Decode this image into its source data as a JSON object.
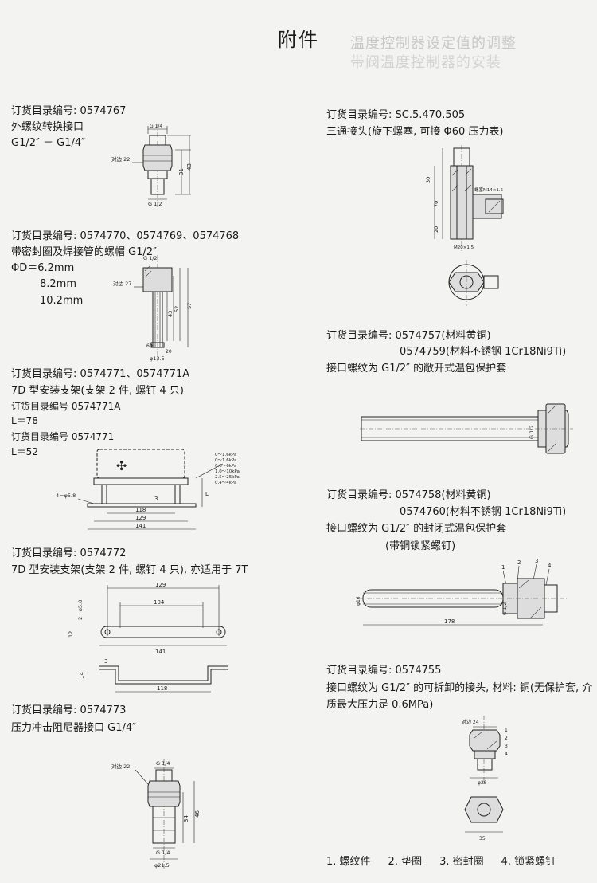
{
  "page": {
    "title": "附件",
    "ghost_line1": "温度控制器设定值的调整",
    "ghost_line2": "带阀温度控制器的安装"
  },
  "items": [
    {
      "code_line": "订货目录编号: 0574767",
      "lines": [
        "外螺纹转换接口",
        "G1/2″ － G1/4″"
      ],
      "dims": {
        "top": "G 1/4",
        "flat": "对边 22",
        "h1": "31",
        "h2": "43",
        "bottom": "G 1/2"
      }
    },
    {
      "code_line": "订货目录编号: 0574770、0574769、0574768",
      "lines": [
        "带密封圈及焊接管的螺帽 G1/2″",
        "ΦD＝6.2mm",
        "8.2mm",
        "10.2mm"
      ],
      "dims": {
        "top": "G 1/2",
        "flat": "对边 27",
        "d1": "20",
        "d2": "43",
        "d3": "52",
        "d4": "57",
        "d5": "60",
        "bottom": "φ13.5"
      }
    },
    {
      "code_line": "订货目录编号: 0574771、0574771A",
      "lines": [
        "7D 型安装支架(支架 2 件, 螺钉 4 只)",
        "订货目录编号 0574771A",
        "L＝78",
        "订货目录编号 0574771",
        "L＝52"
      ],
      "dims": {
        "holes": "4－φ5.8",
        "w1": "118",
        "w2": "129",
        "w3": "141",
        "h1": "3",
        "h2": "L",
        "r1": "0～1.6kPa",
        "r2": "0～1.6kPa",
        "r3": "0.6～6kPa",
        "r4": "1.0～10kPa",
        "r5": "2.5～25kPa",
        "r6": "0.4～4kPa"
      }
    },
    {
      "code_line": "订货目录编号: 0574772",
      "lines": [
        "7D 型安装支架(支架 2 件, 螺钉 4 只), 亦适用于 7T"
      ],
      "dims": {
        "w1": "129",
        "w2": "104",
        "w3": "141",
        "w4": "118",
        "hole": "2－φ5.8",
        "h1": "12",
        "h2": "3",
        "h3": "14"
      }
    },
    {
      "code_line": "订货目录编号: 0574773",
      "lines": [
        "压力冲击阻尼器接口 G1/4″"
      ],
      "dims": {
        "top": "G 1/4",
        "flat": "对边 22",
        "h1": "34",
        "h2": "46",
        "bottom": "G 1/4",
        "dia": "φ21.5"
      }
    },
    {
      "code_line": "订货目录编号: SC.5.470.505",
      "lines": [
        "三通接头(旋下螺塞, 可接 Φ60 压力表)"
      ],
      "dims": {
        "plug": "螺塞M14×1.5",
        "bottom": "M20×1.5",
        "a": "30",
        "b": "70",
        "c": "20"
      }
    },
    {
      "code_line": "订货目录编号: 0574757(材料黄铜)",
      "lines": [
        "0574759(材料不锈钢 1Cr18Ni9Ti)",
        "接口螺纹为 G1/2″ 的敞开式温包保护套"
      ],
      "dims": {
        "thread": "G 1/2"
      }
    },
    {
      "code_line": "订货目录编号: 0574758(材料黄铜)",
      "lines": [
        "0574760(材料不锈钢 1Cr18Ni9Ti)",
        "接口螺纹为 G1/2″ 的封闭式温包保护套",
        "(带铜锁紧螺钉)"
      ],
      "dims": {
        "n1": "1",
        "n2": "2",
        "n3": "3",
        "n4": "4",
        "len": "178",
        "dia": "φ16",
        "thread": "G 1/2"
      }
    },
    {
      "code_line": "订货目录编号: 0574755",
      "lines": [
        "接口螺纹为 G1/2″ 的可拆卸的接头, 材料: 铜(无保护套, 介",
        "质最大压力是 0.6MPa)"
      ],
      "dims": {
        "flat": "对边 24",
        "n1": "1",
        "n2": "2",
        "n3": "3",
        "n4": "4",
        "dia": "φ26",
        "w": "35"
      }
    }
  ],
  "legend": [
    "1. 螺纹件",
    "2. 垫圈",
    "3. 密封圈",
    "4. 锁紧螺钉"
  ]
}
